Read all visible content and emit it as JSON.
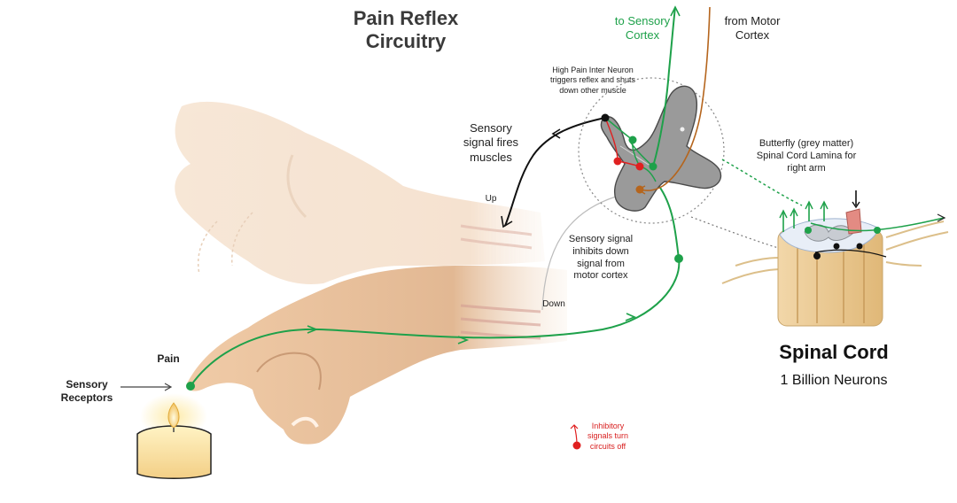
{
  "title": {
    "line1": "Pain Reflex",
    "line2": "Circuitry"
  },
  "labels": {
    "to_sensory_cortex": {
      "line1": "to Sensory",
      "line2": "Cortex"
    },
    "from_motor_cortex": {
      "line1": "from Motor",
      "line2": "Cortex"
    },
    "interneuron": {
      "line1": "High Pain Inter Neuron",
      "line2": "triggers reflex and shuts",
      "line3": "down other muscle"
    },
    "sensory_fires": {
      "line1": "Sensory",
      "line2": "signal fires",
      "line3": "muscles"
    },
    "up": "Up",
    "down": "Down",
    "butterfly": {
      "line1": "Butterfly (grey matter)",
      "line2": "Spinal Cord Lamina for",
      "line3": "right arm"
    },
    "inhibits": {
      "line1": "Sensory signal",
      "line2": "inhibits down",
      "line3": "signal from",
      "line4": "motor cortex"
    },
    "spinal_cord": "Spinal Cord",
    "billion_neurons": "1 Billion Neurons",
    "pain": "Pain",
    "sensory_receptors": {
      "line1": "Sensory",
      "line2": "Receptors"
    },
    "inhibitory_legend": {
      "line1": "Inhibitory",
      "line2": "signals turn",
      "line3": "circuits off"
    }
  },
  "colors": {
    "sensory_green": "#1ea14a",
    "motor_brown": "#b5651d",
    "inhibitory_red": "#e02020",
    "grey_matter": "#9a9a9a",
    "skin": "#e9c3a0"
  }
}
